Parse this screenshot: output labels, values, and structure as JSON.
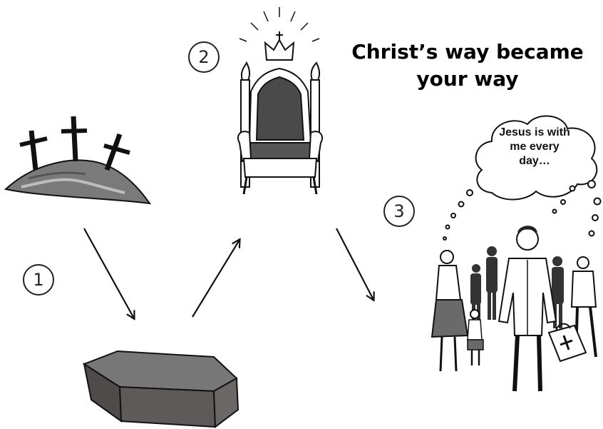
{
  "title": {
    "line1": "Christ’s way became",
    "line2": "your way"
  },
  "steps": [
    {
      "number": "1"
    },
    {
      "number": "2"
    },
    {
      "number": "3"
    }
  ],
  "thought_bubble": {
    "line1": "Jesus is with",
    "line2": "me every",
    "line3": "day…"
  },
  "colors": {
    "ink": "#111111",
    "hill": "#6e6e6e",
    "coffin": "#5e5a5a",
    "throne": "#4a4a4a"
  },
  "icons": [
    "crosses-on-hill",
    "throne-with-crown",
    "coffin",
    "crowd-with-doctor",
    "thought-bubble",
    "arrow"
  ]
}
